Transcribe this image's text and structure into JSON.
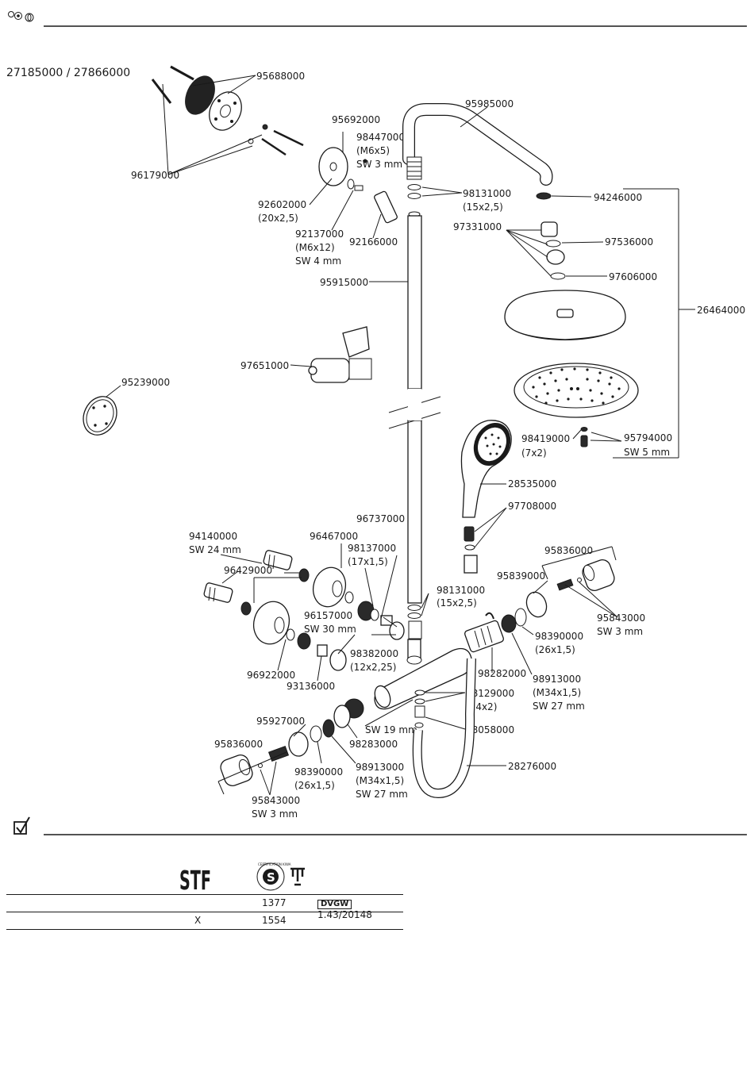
{
  "model_numbers": "27185000 / 27866000",
  "parts": {
    "p95688000": "95688000",
    "p96179000": "96179000",
    "p95692000": "95692000",
    "p98447000": "98447000",
    "p98447000_a": "(M6x5)",
    "p98447000_b": "SW 3 mm",
    "p92602000": "92602000",
    "p92602000_a": "(20x2,5)",
    "p92137000": "92137000",
    "p92137000_a": "(M6x12)",
    "p92137000_b": "SW 4 mm",
    "p92166000": "92166000",
    "p95985000": "95985000",
    "p98131000_top": "98131000",
    "p98131000_top_a": "(15x2,5)",
    "p94246000": "94246000",
    "p97331000": "97331000",
    "p97536000": "97536000",
    "p97606000": "97606000",
    "p26464000": "26464000",
    "p95915000": "95915000",
    "p97651000": "97651000",
    "p95239000": "95239000",
    "p98419000": "98419000",
    "p98419000_a": "(7x2)",
    "p95794000": "95794000",
    "p95794000_a": "SW 5 mm",
    "p28535000": "28535000",
    "p97708000": "97708000",
    "p96737000": "96737000",
    "p94140000": "94140000",
    "p94140000_a": "SW 24 mm",
    "p96429000": "96429000",
    "p96467000": "96467000",
    "p98137000": "98137000",
    "p98137000_a": "(17x1,5)",
    "p98131000_mid": "98131000",
    "p98131000_mid_a": "(15x2,5)",
    "p95836000_r": "95836000",
    "p95839000": "95839000",
    "p95843000_r": "95843000",
    "p95843000_r_a": "SW 3 mm",
    "p96157000": "96157000",
    "p96157000_a": "SW 30 mm",
    "p98390000_r": "98390000",
    "p98390000_r_a": "(26x1,5)",
    "p98382000": "98382000",
    "p98382000_a": "(12x2,25)",
    "p96922000": "96922000",
    "p93136000": "93136000",
    "p98282000": "98282000",
    "p98913000_r": "98913000",
    "p98913000_r_a": "(M34x1,5)",
    "p98913000_r_b": "SW 27 mm",
    "p98129000": "98129000",
    "p98129000_a": "(14x2)",
    "p95927000": "95927000",
    "sw19": "SW 19 mm",
    "p98058000": "98058000",
    "p95836000_l": "95836000",
    "p98283000": "98283000",
    "p28276000": "28276000",
    "p98390000_l": "98390000",
    "p98390000_l_a": "(26x1,5)",
    "p98913000_l": "98913000",
    "p98913000_l_a": "(M34x1,5)",
    "p98913000_l_b": "SW 27 mm",
    "p95843000_l": "95843000",
    "p95843000_l_a": "SW 3 mm"
  },
  "certification": {
    "stf_logo_text": "STF",
    "kiwa_logo_text": "CERTIFICATION KIWA",
    "kiwa_mark": "S",
    "rows": [
      {
        "stf": "",
        "kiwa": "1377",
        "dvgw_logo": "DVGW",
        "dvgw": "1.43/20148"
      },
      {
        "stf": "X",
        "kiwa": "1554",
        "dvgw_logo": "",
        "dvgw": ""
      }
    ]
  }
}
